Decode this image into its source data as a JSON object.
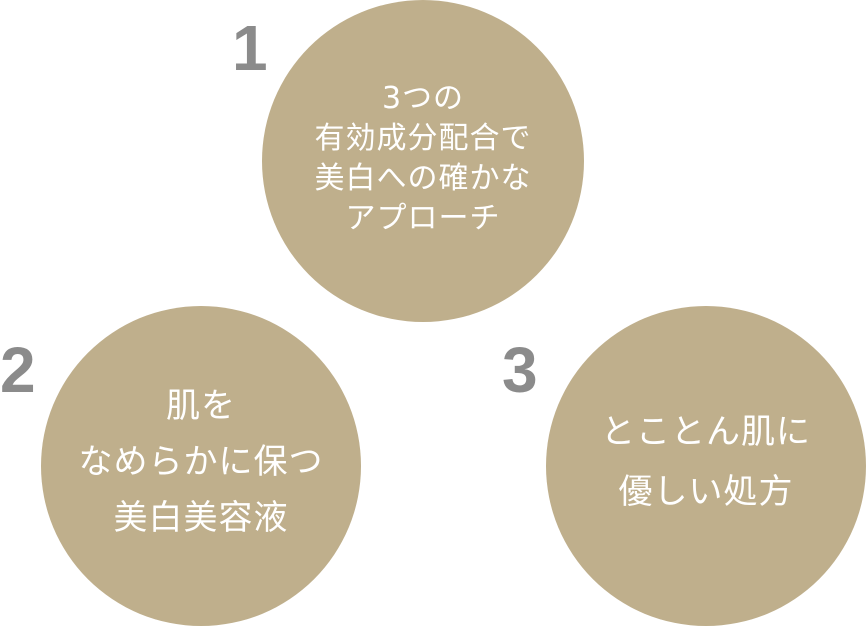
{
  "features": [
    {
      "number": "1",
      "lines": [
        "3つの",
        "有効成分配合で",
        "美白への確かな",
        "アプローチ"
      ]
    },
    {
      "number": "2",
      "lines": [
        "肌を",
        "なめらかに保つ",
        "美白美容液"
      ]
    },
    {
      "number": "3",
      "lines": [
        "とことん肌に",
        "優しい処方"
      ]
    }
  ],
  "colors": {
    "circle": "#bfaf8c",
    "number": "#8b8b8b",
    "text": "#ffffff"
  }
}
